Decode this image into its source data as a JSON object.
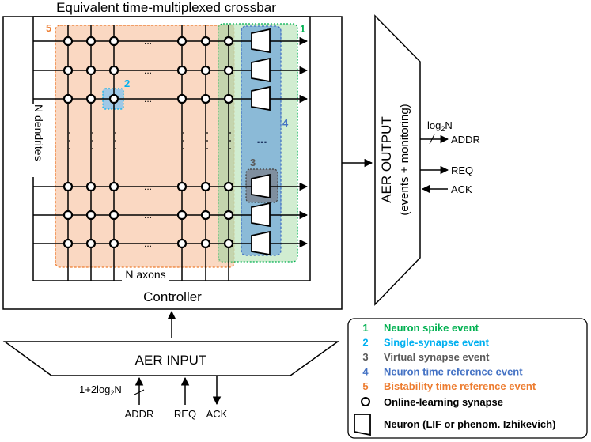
{
  "title": "Equivalent time-multiplexed crossbar",
  "labels": {
    "dendrites": "N dendrites",
    "axons": "N axons",
    "controller": "Controller",
    "aer_input": "AER INPUT",
    "aer_output_line1": "AER OUTPUT",
    "aer_output_line2": "(events + monitoring)",
    "ellipsis": "..."
  },
  "region_tags": {
    "r1": "1",
    "r2": "2",
    "r3": "3",
    "r4": "4",
    "r5": "5"
  },
  "output_signals": {
    "bus_width_prefix": "log",
    "bus_width_sub": "2",
    "bus_width_suffix": "N",
    "addr": "ADDR",
    "req": "REQ",
    "ack": "ACK"
  },
  "input_signals": {
    "bus_width_prefix": "1+2log",
    "bus_width_sub": "2",
    "bus_width_suffix": "N",
    "addr": "ADDR",
    "req": "REQ",
    "ack": "ACK"
  },
  "legend": {
    "items": [
      {
        "num": "1",
        "text": "Neuron spike event",
        "color": "#00b050"
      },
      {
        "num": "2",
        "text": "Single-synapse event",
        "color": "#00b0f0"
      },
      {
        "num": "3",
        "text": "Virtual synapse event",
        "color": "#595959"
      },
      {
        "num": "4",
        "text": "Neuron time reference event",
        "color": "#4472c4"
      },
      {
        "num": "5",
        "text": "Bistability time reference event",
        "color": "#ed7d31"
      }
    ],
    "synapse": "Online-learning synapse",
    "neuron": "Neuron (LIF or phenom. Izhikevich)"
  },
  "colors": {
    "orange": "#ed7d31",
    "orange_fill": "#f8cbad",
    "green": "#00b050",
    "green_fill": "#c6e9c6",
    "blue": "#4472c4",
    "blue_fill": "#7fb0d8",
    "cyan": "#00b0f0",
    "gray": "#595959"
  }
}
